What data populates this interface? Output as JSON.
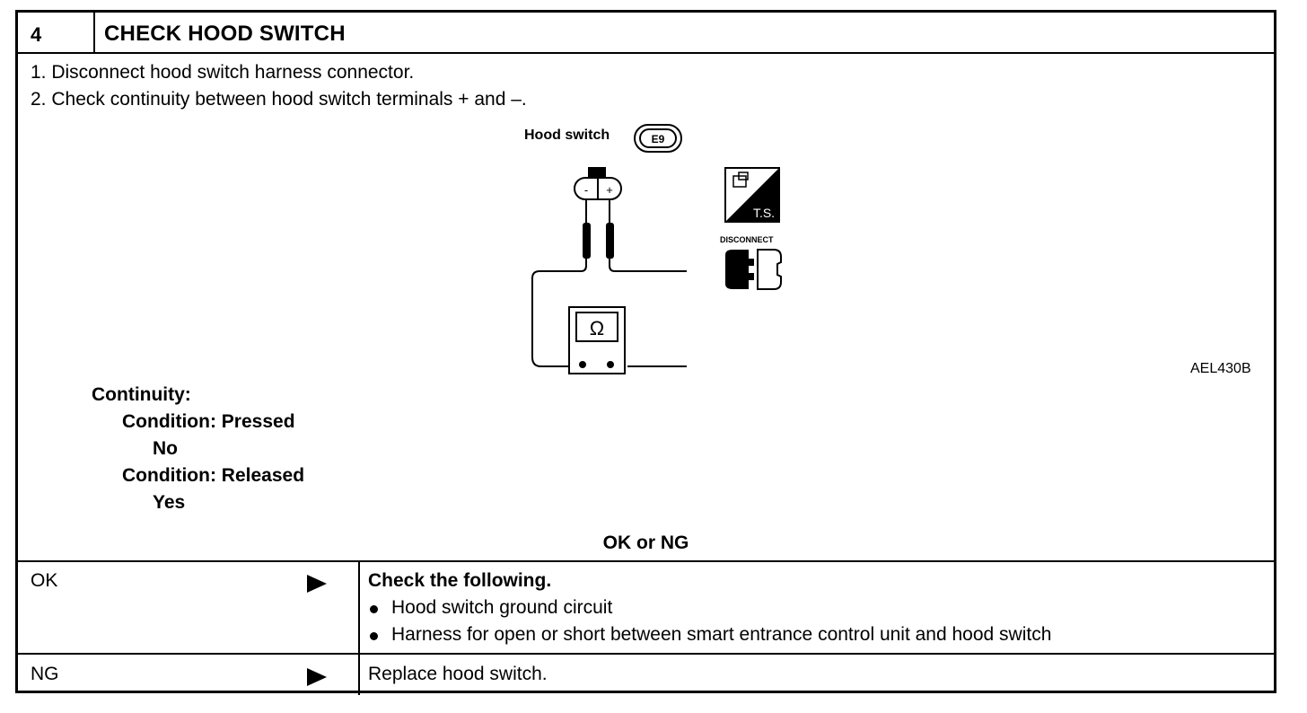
{
  "step": {
    "number": "4",
    "title": "CHECK HOOD SWITCH"
  },
  "instructions": [
    "1.  Disconnect hood switch harness connector.",
    "2.  Check continuity between hood switch terminals + and –."
  ],
  "figure": {
    "label": "Hood switch",
    "connector_id": "E9",
    "terminal_minus": "-",
    "terminal_plus": "+",
    "meter_symbol": "Ω",
    "ts_icon_label": "T.S.",
    "disconnect_label": "DISCONNECT",
    "figure_code": "AEL430B",
    "icons": [
      "harness-connector-icon",
      "ohmmeter-icon",
      "test-symbol-icon",
      "disconnect-icon"
    ]
  },
  "spec": {
    "heading": "Continuity:",
    "conditions": [
      {
        "condition": "Condition: Pressed",
        "result": "No"
      },
      {
        "condition": "Condition: Released",
        "result": "Yes"
      }
    ]
  },
  "decision": "OK or NG",
  "results": [
    {
      "label": "OK",
      "action_title": "Check the following.",
      "items": [
        "Hood switch ground circuit",
        "Harness for open or short between smart entrance control unit and hood switch"
      ]
    },
    {
      "label": "NG",
      "action_title": "Replace hood switch.",
      "items": []
    }
  ]
}
